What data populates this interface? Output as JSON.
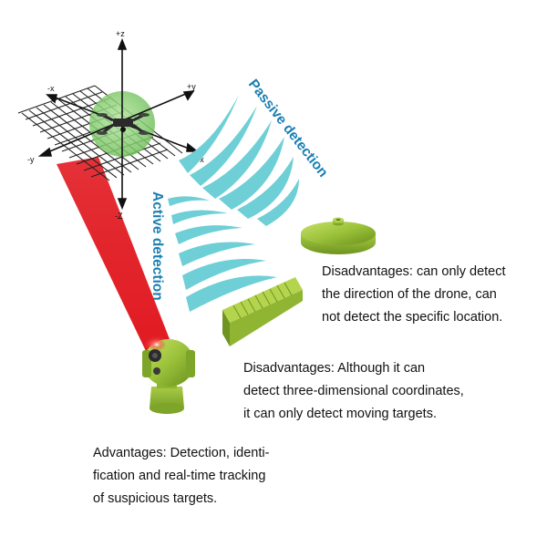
{
  "axes": {
    "plus_z": "+z",
    "minus_z": "-Z",
    "plus_y": "+y",
    "minus_y": "-y",
    "plus_x": "+x",
    "minus_x": "-x"
  },
  "labels": {
    "passive": "Passive detection",
    "active": "Active detection"
  },
  "notes": {
    "passive_disadvantages": [
      "Disadvantages: can only detect",
      "the direction of the drone, can",
      "not detect the specific location."
    ],
    "active_disadvantages": [
      "Disadvantages: Although it can",
      "detect three-dimensional coordinates,",
      "it can only detect moving targets."
    ],
    "camera_advantages": [
      "Advantages: Detection, identi-",
      "fication and real-time tracking",
      "of suspicious targets."
    ]
  },
  "colors": {
    "beam_red": "#e11b22",
    "wave_cyan": "#6ecfd6",
    "label_blue": "#1a7fb3",
    "device_green": "#9bc23a",
    "sphere_green": "#8ed47a"
  }
}
